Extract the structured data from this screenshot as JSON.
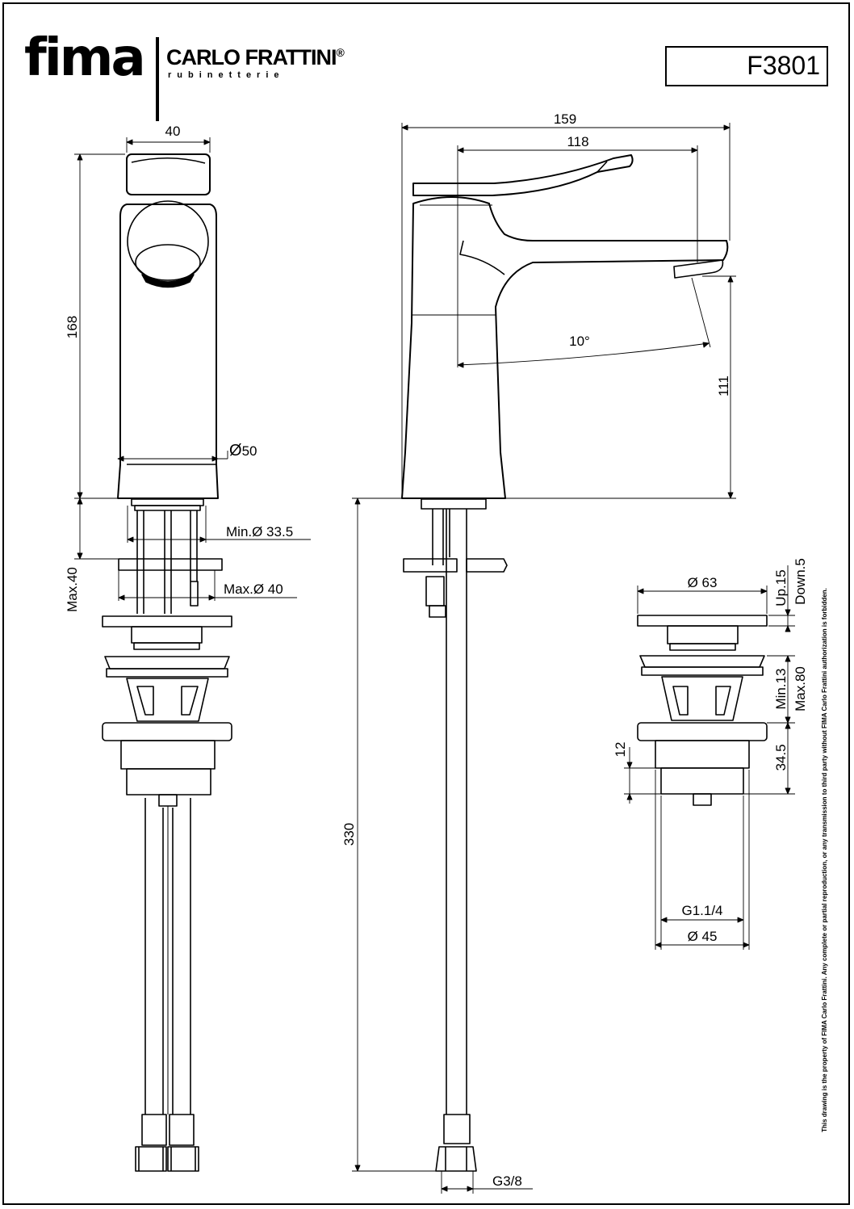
{
  "header": {
    "logo_main": "fima",
    "logo_brand": "CARLO FRATTINI",
    "logo_registered": "®",
    "logo_sub": "rubinetterie",
    "product_code": "F3801"
  },
  "dimensions": {
    "front_width": "40",
    "front_height": "168",
    "base_diameter": "50",
    "hole_min": "Min.Ø 33.5",
    "hole_max": "Max.Ø 40",
    "deck_max": "Max.40",
    "side_total": "159",
    "side_spout": "118",
    "spout_angle": "10°",
    "spout_height": "111",
    "hose_length": "330",
    "hose_thread": "G3/8"
  },
  "drain": {
    "cap_diameter": "Ø 63",
    "travel_up": "Up.15",
    "travel_down": "Down.5",
    "body_min": "Min.13",
    "body_max": "Max.80",
    "flange": "12",
    "body_len": "34.5",
    "thread": "G1.1/4",
    "outlet_diameter": "Ø 45"
  },
  "footer": {
    "legal": "This drawing is the property of FIMA Carlo Frattini. Any complete or partial reproduction, or any transmission to third party without FIMA Carlo Frattini authorization is forbidden."
  }
}
